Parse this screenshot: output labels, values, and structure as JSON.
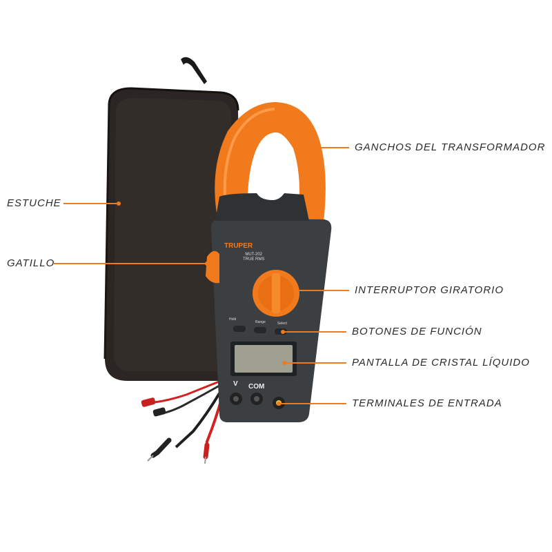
{
  "callouts": {
    "estuche": "ESTUCHE",
    "gatillo": "GATILLO",
    "ganchos": "GANCHOS DEL TRANSFORMADOR",
    "interruptor": "INTERRUPTOR GIRATORIO",
    "botones": "BOTONES DE FUNCIÓN",
    "pantalla": "PANTALLA DE CRISTAL LÍQUIDO",
    "terminales": "TERMINALES DE ENTRADA"
  },
  "device": {
    "brand": "TRUPER",
    "model": "MUT-202",
    "model_sub": "TRUE RMS",
    "terminal_v": "V",
    "terminal_com": "COM",
    "button_hold": "Hold",
    "button_range": "Range",
    "button_select": "Select"
  },
  "colors": {
    "accent": "#f07a1c",
    "body": "#3b3f42",
    "case": "#2b2624"
  }
}
